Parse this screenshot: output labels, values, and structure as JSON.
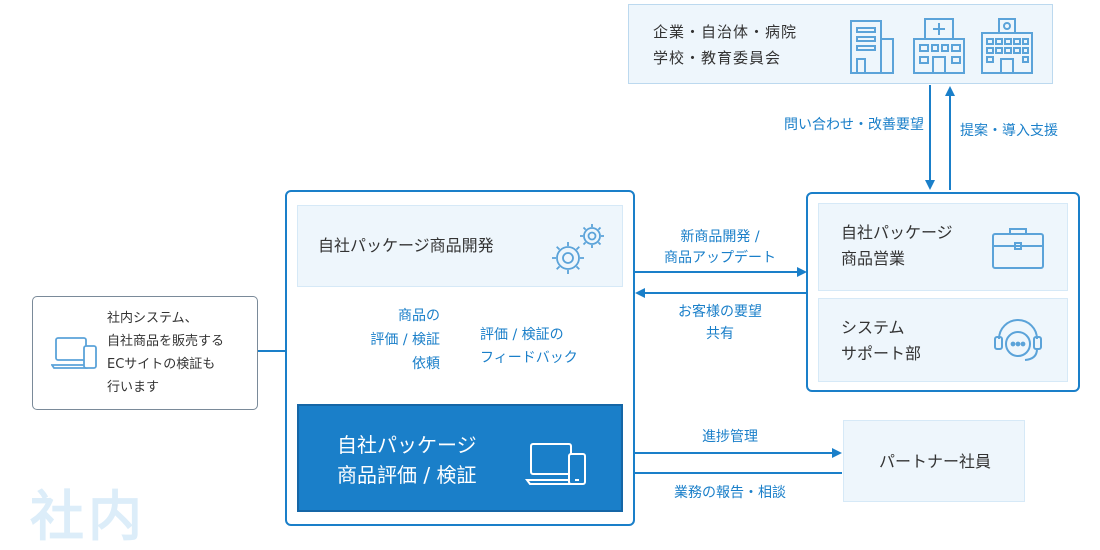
{
  "customers": {
    "line1": "企業・自治体・病院",
    "line2": "学校・教育委員会"
  },
  "arrows": {
    "inquiry": "問い合わせ・改善要望",
    "proposal": "提案・導入支援",
    "new_dev_1": "新商品開発 /",
    "new_dev_2": "商品アップデート",
    "share_1": "お客様の要望",
    "share_2": "共有",
    "request_1": "商品の",
    "request_2": "評価 / 検証",
    "request_3": "依頼",
    "feedback_1": "評価 / 検証の",
    "feedback_2": "フィードバック",
    "progress": "進捗管理",
    "report": "業務の報告・相談"
  },
  "dev": {
    "label": "自社パッケージ商品開発"
  },
  "eval": {
    "line1": "自社パッケージ",
    "line2": "商品評価 / 検証"
  },
  "sales": {
    "line1": "自社パッケージ",
    "line2": "商品営業"
  },
  "support": {
    "line1": "システム",
    "line2": "サポート部"
  },
  "partner": {
    "label": "パートナー社員"
  },
  "internal": {
    "line1": "社内システム、",
    "line2": "自社商品を販売する",
    "line3": "ECサイトの検証も",
    "line4": "行います"
  },
  "watermark": "社内",
  "colors": {
    "primary": "#1a7fc9",
    "pale": "#eef6fc",
    "border": "#d6e9f7",
    "icon": "#5ba3d9"
  }
}
